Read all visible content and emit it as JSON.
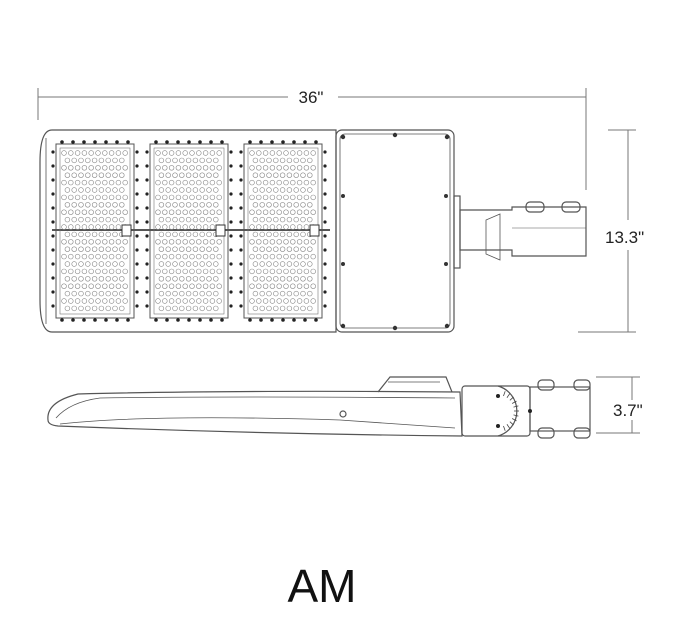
{
  "dimensions": {
    "length": "36\"",
    "width": "13.3\"",
    "height": "3.7\""
  },
  "model": "AM",
  "colors": {
    "line": "#555555",
    "dim_line": "#777777",
    "dot": "#222222"
  }
}
